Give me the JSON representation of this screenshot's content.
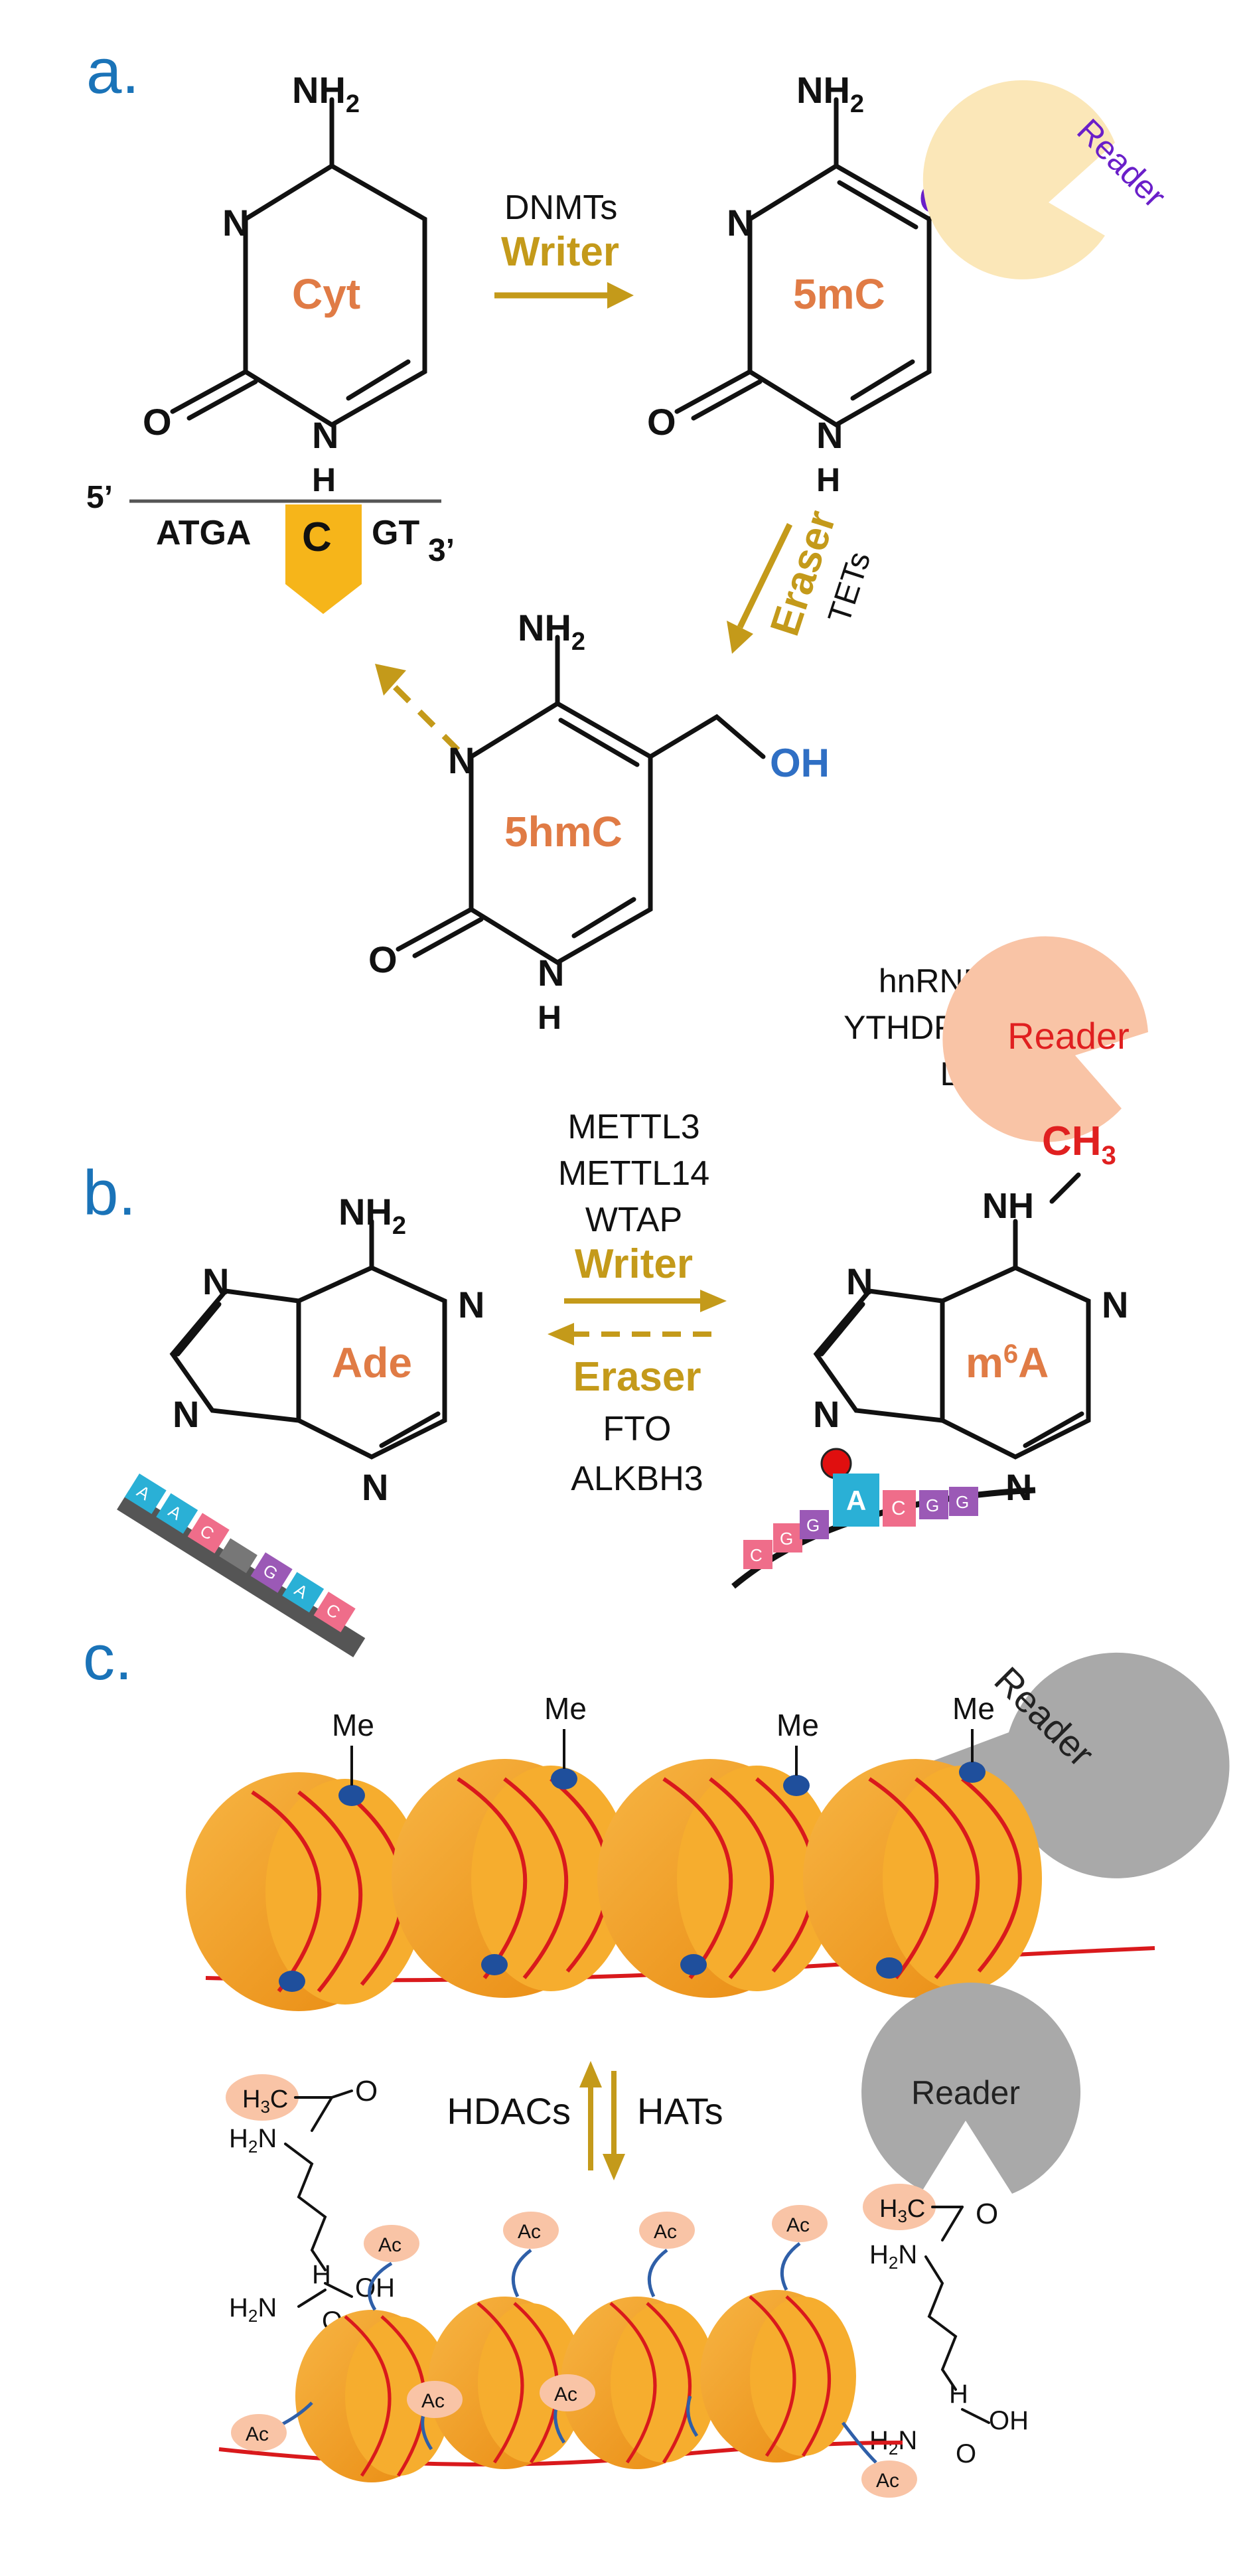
{
  "panel_a": {
    "label": "a.",
    "cyt": {
      "name": "Cyt",
      "nh2": "NH",
      "sub2": "2",
      "n": "N",
      "nh": "N",
      "h": "H",
      "o": "O"
    },
    "dna": {
      "five_prime": "5’",
      "three_prime": "3’",
      "left_seq": "ATGA",
      "base": "C",
      "right_seq": "GT"
    },
    "writer": {
      "enzyme": "DNMTs",
      "role": "Writer"
    },
    "m5c": {
      "name": "5mC",
      "nh2": "NH",
      "sub2": "2",
      "ch3": "CH",
      "sub3": "3",
      "n": "N",
      "nh": "N",
      "h": "H",
      "o": "O"
    },
    "reader": "Reader",
    "eraser": {
      "role": "Eraser",
      "enzyme": "TETs"
    },
    "hm5c": {
      "name": "5hmC",
      "nh2": "NH",
      "sub2": "2",
      "oh": "OH",
      "n": "N",
      "nh": "N",
      "h": "H",
      "o": "O"
    }
  },
  "panel_b": {
    "label": "b.",
    "ade": {
      "name": "Ade",
      "nh2": "NH",
      "sub2": "2",
      "n": "N"
    },
    "m6a": {
      "name_pre": "m",
      "name_sup": "6",
      "name_post": "A",
      "nh": "NH",
      "ch3": "CH",
      "sub3": "3",
      "n": "N"
    },
    "writers": [
      "METTL3",
      "METTL14",
      "WTAP"
    ],
    "writer_role": "Writer",
    "eraser_role": "Eraser",
    "erasers": [
      "FTO",
      "ALKBH3"
    ],
    "readers": [
      "hnRNPs",
      "YTHDF1-3",
      "LYN"
    ],
    "reader": "Reader",
    "rna_left": [
      "A",
      "A",
      "C",
      "",
      "G",
      "A",
      "C"
    ],
    "rna_right": [
      "C",
      "G",
      "G",
      "A",
      "C",
      "G",
      "G"
    ]
  },
  "panel_c": {
    "label": "c.",
    "reader_top": "Reader",
    "me_labels": [
      "Me",
      "Me",
      "Me",
      "Me"
    ],
    "hdacs": "HDACs",
    "hats": "HATs",
    "reader_bottom": "Reader",
    "h3c": "H",
    "h3c_sub": "3",
    "h3c_c": "C",
    "o": "O",
    "h2n": "H",
    "h2n_sub": "2",
    "h2n_n": "N",
    "h": "H",
    "oh": "OH",
    "ac": [
      "Ac",
      "Ac",
      "Ac",
      "Ac",
      "Ac",
      "Ac",
      "Ac",
      "Ac"
    ]
  },
  "colors": {
    "label_blue": "#1a73b8",
    "base_orange": "#e07b45",
    "gold": "#c49a1a",
    "purple": "#6a1fc9",
    "teal_blue": "#2f6fc4",
    "red": "#e02020",
    "reader_cream": "#fbe7b8",
    "reader_peach": "#f9c4a6",
    "reader_gray": "#a9a9a9",
    "nucleosome": "#f3a01c",
    "dna_red": "#d9191c",
    "mark_blue": "#1f4f9c"
  }
}
